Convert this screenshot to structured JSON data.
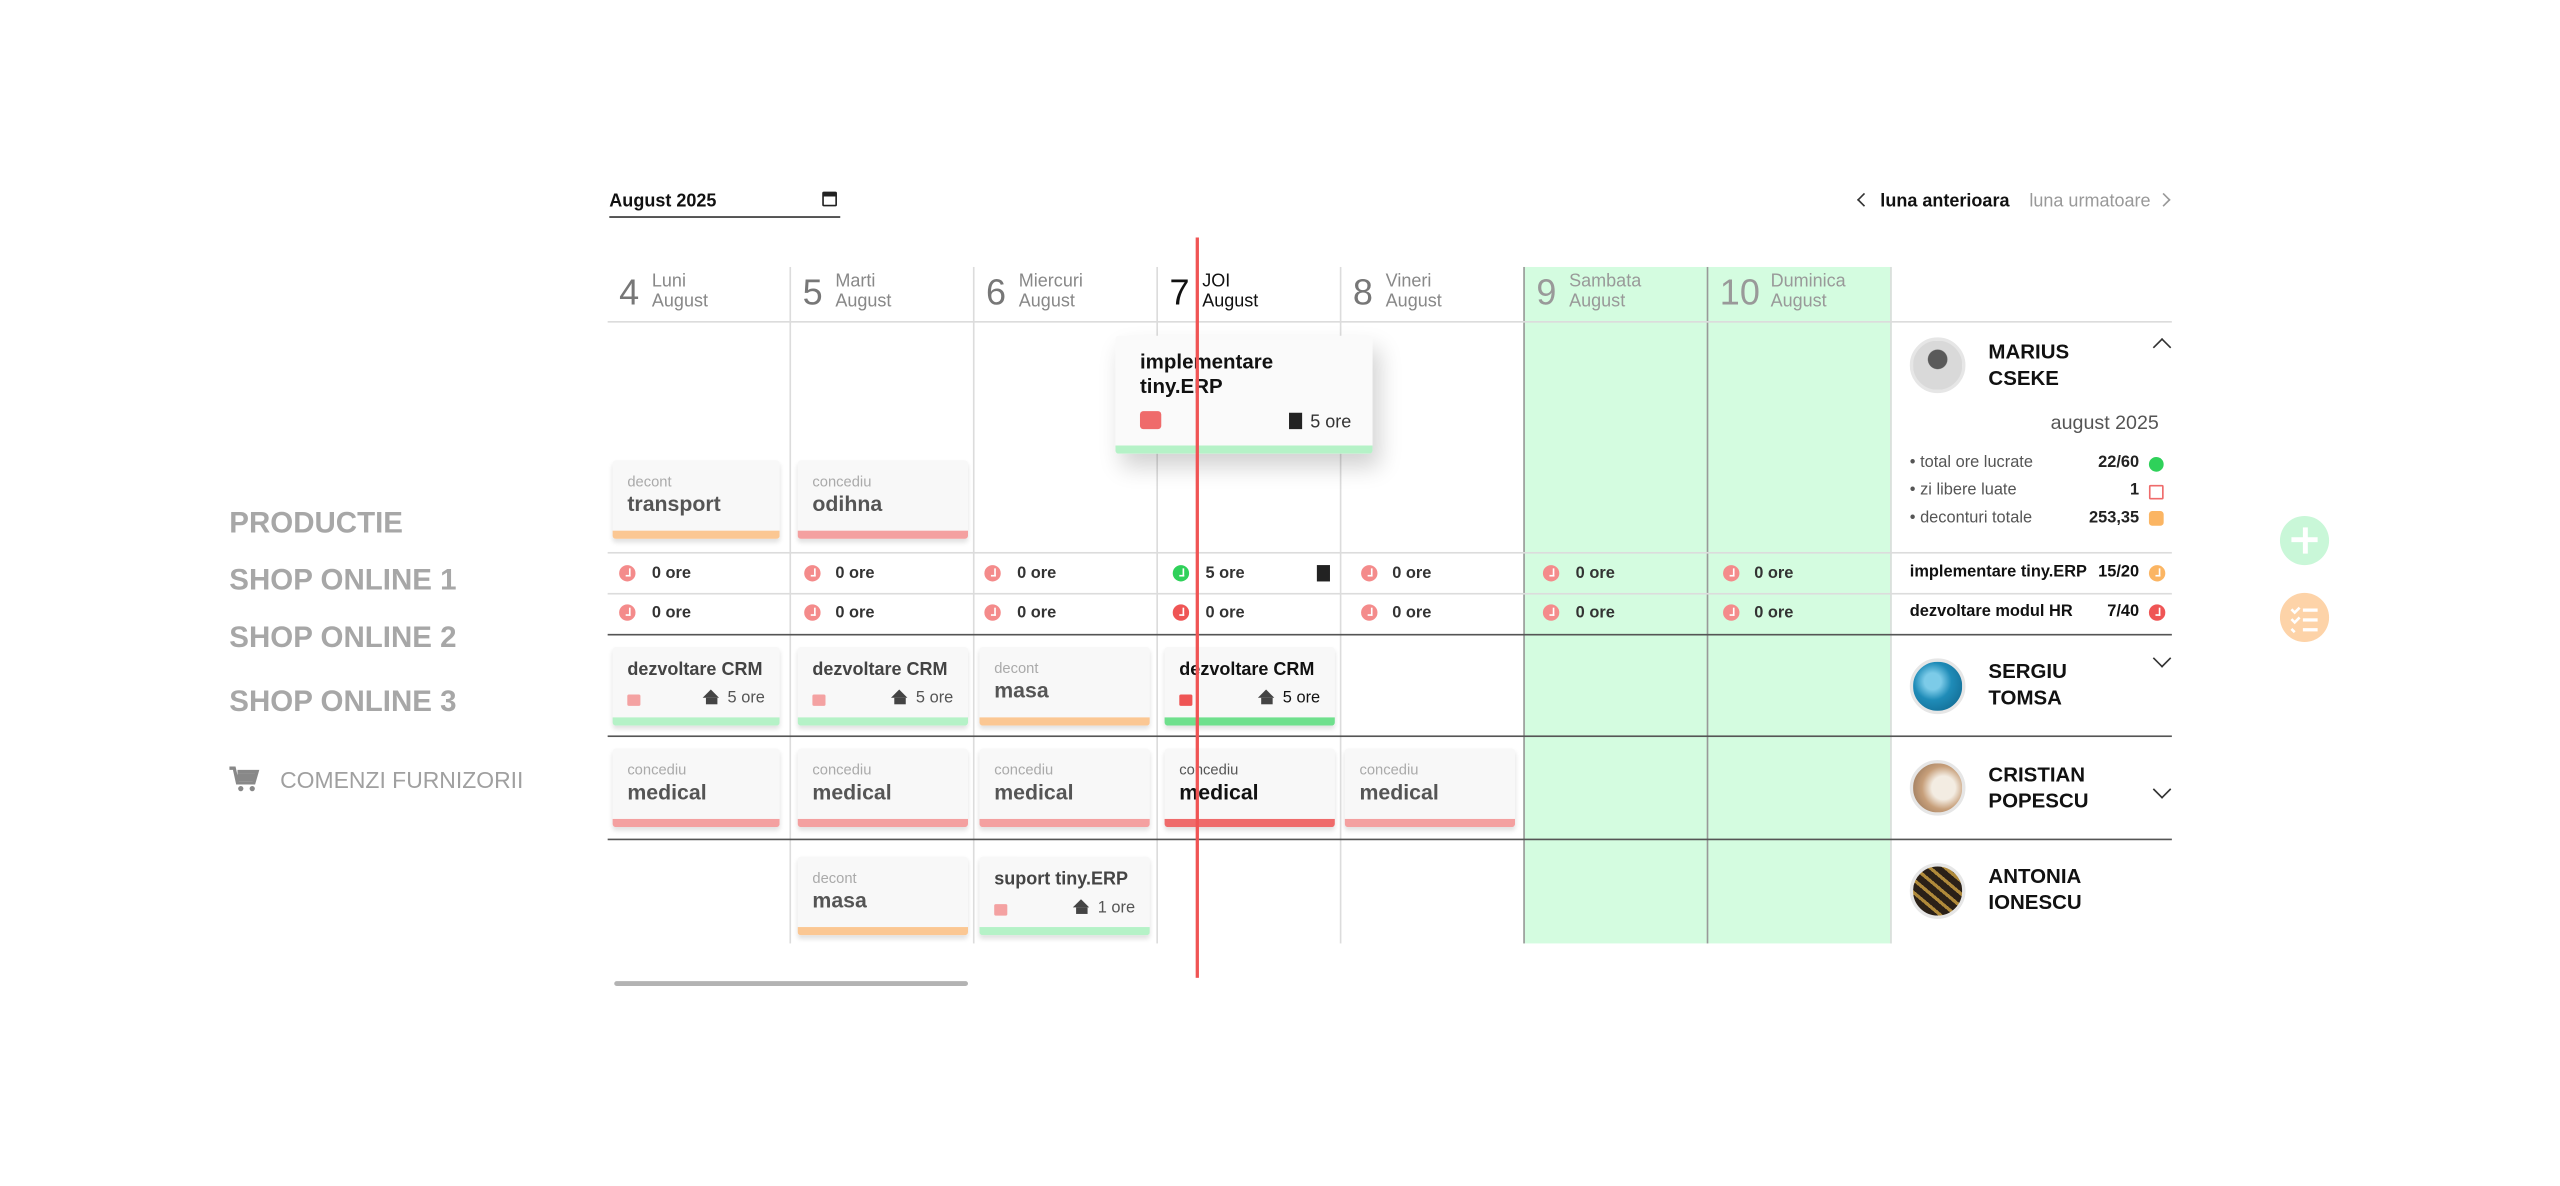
{
  "sidebar": {
    "items": [
      "PRODUCTIE",
      "SHOP ONLINE 1",
      "SHOP ONLINE 2",
      "SHOP ONLINE 3"
    ],
    "orders_label": "COMENZI FURNIZORII",
    "orders_icon": "cart-icon"
  },
  "toolbar": {
    "month_value": "August 2025",
    "prev_label": "luna anterioara",
    "next_label": "luna urmatoare"
  },
  "days": [
    {
      "num": "4",
      "name": "Luni",
      "month": "August"
    },
    {
      "num": "5",
      "name": "Marti",
      "month": "August"
    },
    {
      "num": "6",
      "name": "Miercuri",
      "month": "August"
    },
    {
      "num": "7",
      "name": "JOI",
      "month": "August"
    },
    {
      "num": "8",
      "name": "Vineri",
      "month": "August"
    },
    {
      "num": "9",
      "name": "Sambata",
      "month": "August"
    },
    {
      "num": "10",
      "name": "Duminica",
      "month": "August"
    }
  ],
  "popup": {
    "title": "implementare tiny.ERP",
    "hours": "5 ore"
  },
  "people": [
    {
      "name_first": "MARIUS",
      "name_last": "CSEKE",
      "month": "august 2025",
      "stats": [
        {
          "label": "• total ore lucrate",
          "value": "22/60",
          "color": "#2fd15a"
        },
        {
          "label": "• zi libere luate",
          "value": "1",
          "color": "#ef6b6b"
        },
        {
          "label": "• deconturi totale",
          "value": "253,35",
          "color": "#fbb563"
        }
      ],
      "projects": [
        {
          "label": "implementare tiny.ERP",
          "value": "15/20",
          "color": "#fbb563"
        },
        {
          "label": "dezvoltare modul HR",
          "value": "7/40",
          "color": "#ef6b6b"
        }
      ],
      "hours_row1": [
        "0 ore",
        "0 ore",
        "0 ore",
        "5 ore",
        "0 ore",
        "0 ore",
        "0 ore"
      ],
      "hours_row2": [
        "0 ore",
        "0 ore",
        "0 ore",
        "0 ore",
        "0 ore",
        "0 ore",
        "0 ore"
      ],
      "cards": [
        {
          "kind": "decont",
          "value": "transport"
        },
        {
          "kind": "concediu",
          "value": "odihna"
        }
      ]
    },
    {
      "name_first": "SERGIU",
      "name_last": "TOMSA",
      "cards": [
        {
          "title": "dezvoltare CRM",
          "hours": "5 ore"
        },
        {
          "title": "dezvoltare CRM",
          "hours": "5 ore"
        },
        {
          "kind": "decont",
          "value": "masa"
        },
        {
          "title": "dezvoltare CRM",
          "hours": "5 ore"
        }
      ]
    },
    {
      "name_first": "CRISTIAN",
      "name_last": "POPESCU",
      "cards": [
        {
          "kind": "concediu",
          "value": "medical"
        },
        {
          "kind": "concediu",
          "value": "medical"
        },
        {
          "kind": "concediu",
          "value": "medical"
        },
        {
          "kind": "concediu",
          "value": "medical"
        },
        {
          "kind": "concediu",
          "value": "medical"
        }
      ]
    },
    {
      "name_first": "ANTONIA",
      "name_last": "IONESCU",
      "cards": [
        {
          "kind": "decont",
          "value": "masa"
        },
        {
          "title": "suport tiny.ERP",
          "hours": "1 ore"
        }
      ]
    }
  ],
  "colors": {
    "weekend": "#d4fce0",
    "now_line": "#f05454",
    "add_fab": "#c9f7d8",
    "list_fab": "#fdd3a8"
  }
}
